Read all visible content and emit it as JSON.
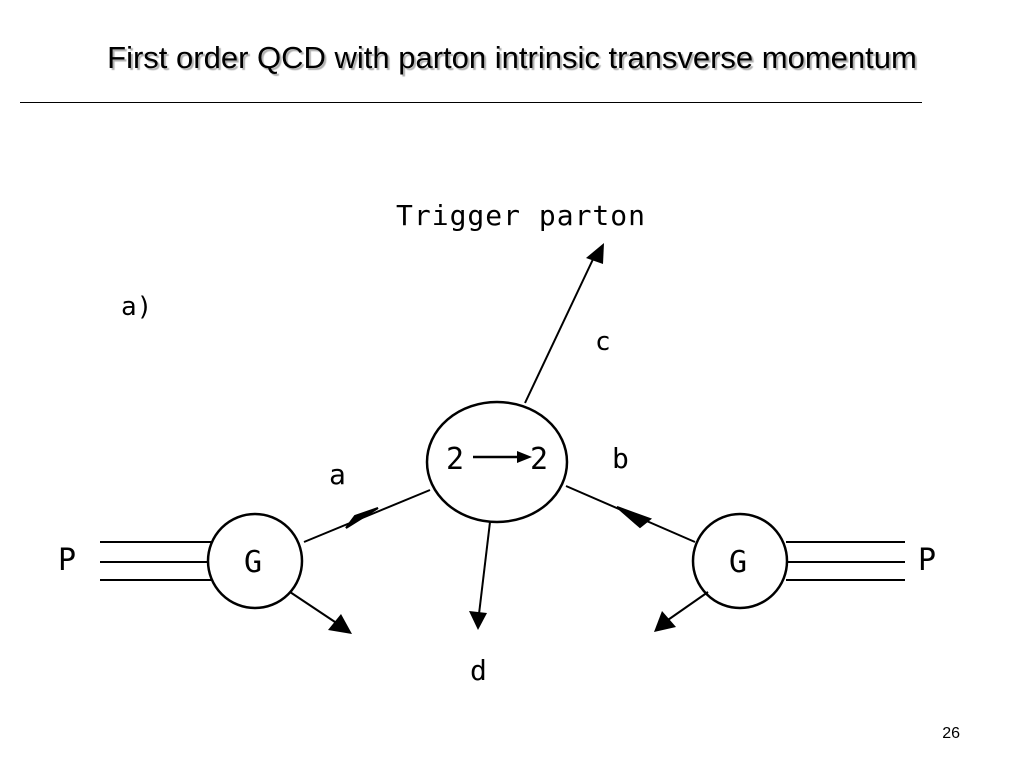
{
  "slide": {
    "title": "First order QCD with parton intrinsic transverse momentum",
    "page_number": "26"
  },
  "diagram": {
    "panel_label": "a)",
    "trigger_label": "Trigger parton",
    "process_label": "2→2",
    "proton_left_label": "P",
    "proton_right_label": "P",
    "gluon_left_label": "G",
    "gluon_right_label": "G",
    "parton_a_label": "a",
    "parton_b_label": "b",
    "parton_c_label": "c",
    "parton_d_label": "d"
  }
}
